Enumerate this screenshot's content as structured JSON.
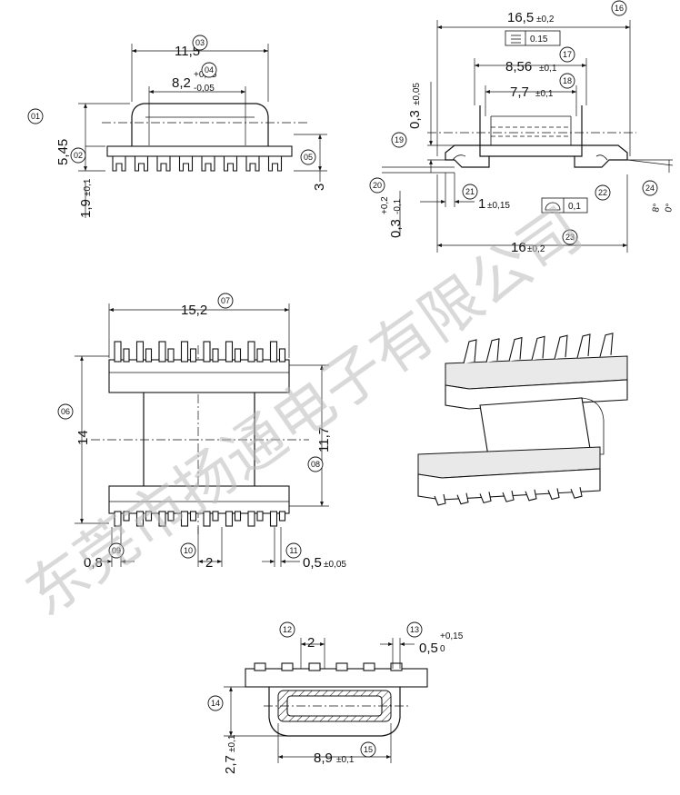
{
  "watermark": "东莞市扬通电子有限公司",
  "callouts": [
    "01",
    "02",
    "03",
    "04",
    "05",
    "06",
    "07",
    "08",
    "09",
    "10",
    "11",
    "12",
    "13",
    "14",
    "15",
    "16",
    "17",
    "18",
    "19",
    "20",
    "21",
    "22",
    "23",
    "24"
  ],
  "dims": {
    "top_width": "11,5",
    "top_pin_span": "8,2",
    "top_pin_span_tol_plus": "+0,15",
    "top_pin_span_tol_minus": "-0,05",
    "top_height": "5,45",
    "top_pin_len": "1,9",
    "top_pin_len_tol": "±0,1",
    "top_body_h": "3",
    "side_width": "16,5",
    "side_width_tol": "±0,2",
    "flatness": "0.15",
    "side_core": "8,56",
    "side_core_tol": "±0,1",
    "side_inner": "7,7",
    "side_inner_tol": "±0,1",
    "side_wall": "0,3",
    "side_wall_tol": "±0,05",
    "side_pin_t": "0,3",
    "side_pin_t_tol_plus": "+0,2",
    "side_pin_t_tol_minus": "-0,1",
    "side_pin_off": "1",
    "side_pin_off_tol": "±0,15",
    "profile": "0,1",
    "side_span": "16",
    "side_span_tol": "±0,2",
    "angle_max": "8°",
    "angle_min": "0°",
    "front_width": "15,2",
    "front_height": "14",
    "front_inner_h": "11,7",
    "pin_edge": "0,8",
    "pitch": "2",
    "pin_w": "0,5",
    "pin_w_tol": "±0,05",
    "end_pitch": "2",
    "end_pin_w": "0,5",
    "end_pin_w_tol_plus": "+0,15",
    "end_pin_w_tol_minus": "0",
    "end_height": "2,7",
    "end_height_tol": "±0,1",
    "end_width": "8,9",
    "end_width_tol": "±0,1"
  }
}
